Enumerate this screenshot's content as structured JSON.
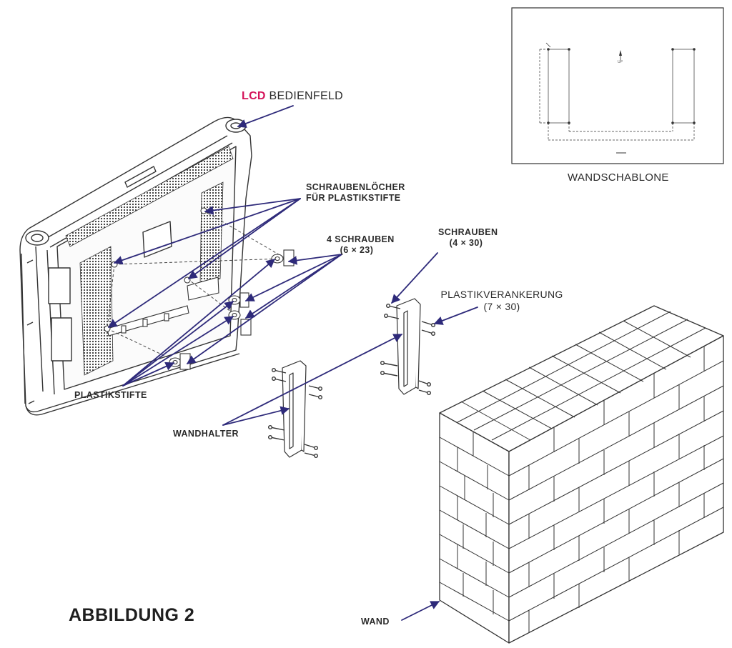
{
  "labels": {
    "lcd_word": "LCD",
    "bedienfeld": "BEDIENFELD",
    "schraubenloecher_line1": "SCHRAUBENLÖCHER",
    "schraubenloecher_line2": "FÜR PLASTIKSTIFTE",
    "four_screws_line1": "4 SCHRAUBEN",
    "four_screws_line2": "(6 × 23)",
    "schrauben_line1": "SCHRAUBEN",
    "schrauben_line2": "(4 × 30)",
    "plastikverankerung_line1": "PLASTIKVERANKERUNG",
    "plastikverankerung_line2": "(7 × 30)",
    "plastikstifte": "PLASTIKSTIFTE",
    "wandhalter": "WANDHALTER",
    "wand": "WAND",
    "wandschablone": "WANDSCHABLONE",
    "figure_title": "ABBILDUNG 2",
    "template_up": "UP"
  },
  "colors": {
    "callout_arrow": "#2e2a7a",
    "lcd_accent": "#d4145a",
    "outline": "#333333"
  }
}
